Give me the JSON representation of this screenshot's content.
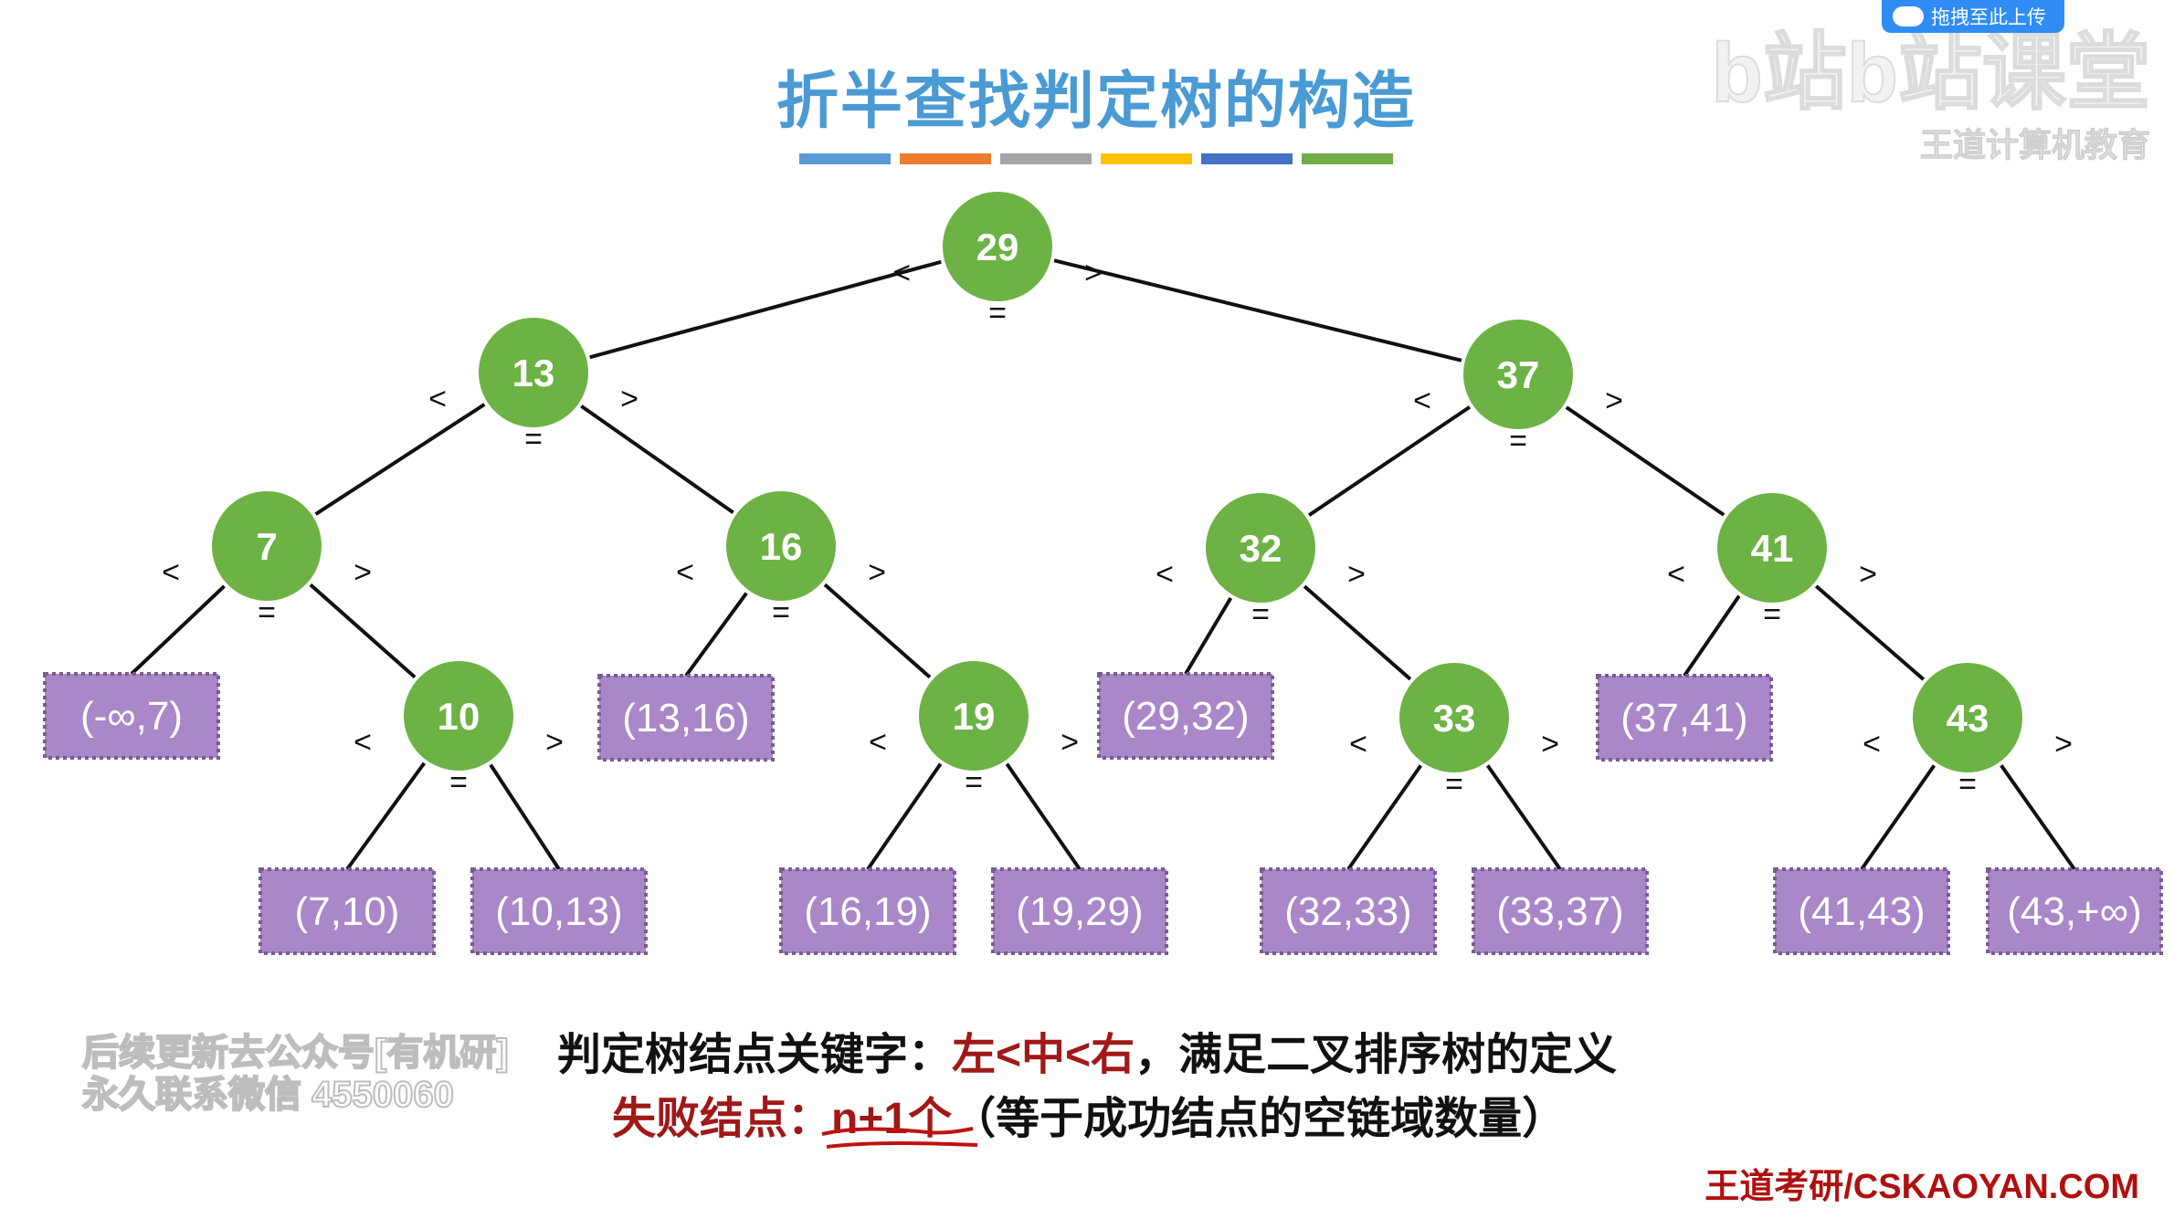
{
  "title": "折半查找判定树的构造",
  "title_bar_colors": [
    "#5b9bd5",
    "#ed7d31",
    "#a5a5a5",
    "#ffc000",
    "#4472c4",
    "#70ad47"
  ],
  "colors": {
    "node": "#6db244",
    "node_border": "#ffffff",
    "leaf": "#a987c8",
    "leaf_border": "#7a5c8f",
    "edge": "#111111",
    "highlight": "#a01818"
  },
  "tree": {
    "nodes": [
      {
        "id": "n29",
        "label": "29"
      },
      {
        "id": "n13",
        "label": "13"
      },
      {
        "id": "n37",
        "label": "37"
      },
      {
        "id": "n7",
        "label": "7"
      },
      {
        "id": "n16",
        "label": "16"
      },
      {
        "id": "n32",
        "label": "32"
      },
      {
        "id": "n41",
        "label": "41"
      },
      {
        "id": "n10",
        "label": "10"
      },
      {
        "id": "n19",
        "label": "19"
      },
      {
        "id": "n33",
        "label": "33"
      },
      {
        "id": "n43",
        "label": "43"
      }
    ],
    "leaves": [
      {
        "id": "f1",
        "label": "(-∞,7)"
      },
      {
        "id": "f2",
        "label": "(7,10)"
      },
      {
        "id": "f3",
        "label": "(10,13)"
      },
      {
        "id": "f4",
        "label": "(13,16)"
      },
      {
        "id": "f5",
        "label": "(16,19)"
      },
      {
        "id": "f6",
        "label": "(19,29)"
      },
      {
        "id": "f7",
        "label": "(29,32)"
      },
      {
        "id": "f8",
        "label": "(32,33)"
      },
      {
        "id": "f9",
        "label": "(33,37)"
      },
      {
        "id": "f10",
        "label": "(37,41)"
      },
      {
        "id": "f11",
        "label": "(41,43)"
      },
      {
        "id": "f12",
        "label": "(43,+∞)"
      }
    ],
    "edges": [
      {
        "from": "n29",
        "to": "n13",
        "label": "<"
      },
      {
        "from": "n29",
        "to": "n37",
        "label": ">"
      },
      {
        "from": "n13",
        "to": "n7",
        "label": "<"
      },
      {
        "from": "n13",
        "to": "n16",
        "label": ">"
      },
      {
        "from": "n37",
        "to": "n32",
        "label": "<"
      },
      {
        "from": "n37",
        "to": "n41",
        "label": ">"
      },
      {
        "from": "n7",
        "to": "f1",
        "label": "<"
      },
      {
        "from": "n7",
        "to": "n10",
        "label": ">"
      },
      {
        "from": "n16",
        "to": "f4",
        "label": "<"
      },
      {
        "from": "n16",
        "to": "n19",
        "label": ">"
      },
      {
        "from": "n32",
        "to": "f7",
        "label": "<"
      },
      {
        "from": "n32",
        "to": "n33",
        "label": ">"
      },
      {
        "from": "n41",
        "to": "f10",
        "label": "<"
      },
      {
        "from": "n41",
        "to": "n43",
        "label": ">"
      },
      {
        "from": "n10",
        "to": "f2",
        "label": "<"
      },
      {
        "from": "n10",
        "to": "f3",
        "label": ">"
      },
      {
        "from": "n19",
        "to": "f5",
        "label": "<"
      },
      {
        "from": "n19",
        "to": "f6",
        "label": ">"
      },
      {
        "from": "n33",
        "to": "f8",
        "label": "<"
      },
      {
        "from": "n33",
        "to": "f9",
        "label": ">"
      },
      {
        "from": "n43",
        "to": "f11",
        "label": "<"
      },
      {
        "from": "n43",
        "to": "f12",
        "label": ">"
      }
    ],
    "equals_label": "="
  },
  "caption": {
    "line1_prefix": "判定树结点关键字：",
    "line1_highlight": "左<中<右",
    "line1_suffix": "，满足二叉排序树的定义",
    "line2_prefix": "失败结点：",
    "line2_highlight": "n+1个",
    "line2_suffix": "（等于成功结点的空链域数量）"
  },
  "watermark": {
    "line1": "后续更新去公众号[有机研]",
    "line2": "永久联系微信 4550060"
  },
  "logo": {
    "main": "b站b站课堂",
    "sub": "王道计算机教育"
  },
  "upload_button": "拖拽至此上传",
  "footer": "王道考研/CSKAOYAN.COM"
}
